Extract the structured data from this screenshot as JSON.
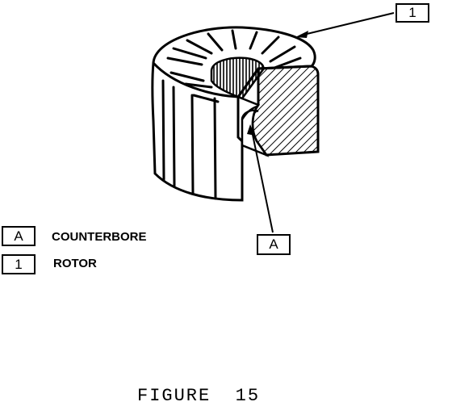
{
  "callouts": {
    "rotor_ref": "1",
    "counterbore_ref": "A"
  },
  "legend": [
    {
      "key": "A",
      "label": "COUNTERBORE"
    },
    {
      "key": "1",
      "label": "ROTOR"
    }
  ],
  "caption": "FIGURE  15"
}
